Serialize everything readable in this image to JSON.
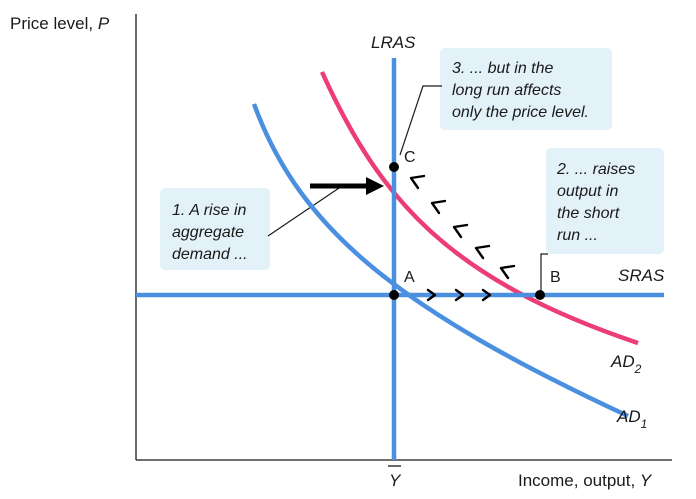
{
  "axes": {
    "y_label": "Price level, ",
    "y_var": "P",
    "x_label": "Income, output, ",
    "x_var": "Y",
    "x_tick": "Y"
  },
  "curves": {
    "lras": "LRAS",
    "sras": "SRAS",
    "ad1": "AD",
    "ad1_sub": "1",
    "ad2": "AD",
    "ad2_sub": "2"
  },
  "points": {
    "a": "A",
    "b": "B",
    "c": "C"
  },
  "annotations": {
    "box1": [
      "1. A rise in",
      "aggregate",
      "demand ..."
    ],
    "box2": [
      "2. ... raises",
      "output in",
      "the short",
      "run ..."
    ],
    "box3": [
      "3. ... but in the",
      "long run affects",
      "only the price level."
    ]
  },
  "colors": {
    "blue": "#4a8fe0",
    "pink": "#ec3d78",
    "box": "#e3f1f9",
    "text": "#1a1a1a"
  }
}
